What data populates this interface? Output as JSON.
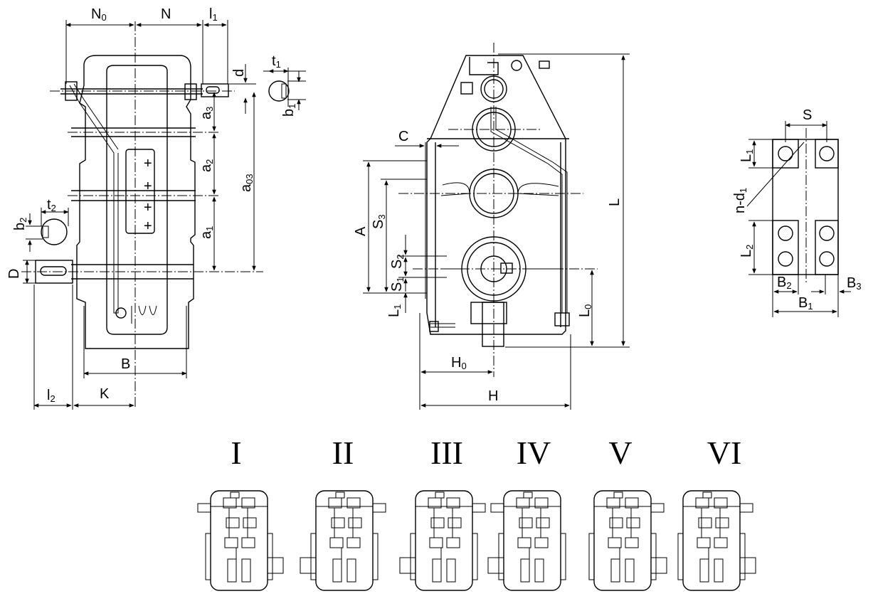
{
  "front_view": {
    "dims": {
      "N0": {
        "base": "N",
        "sub": "0"
      },
      "N": {
        "base": "N",
        "sub": ""
      },
      "l1": {
        "base": "l",
        "sub": "1"
      },
      "d": {
        "base": "d",
        "sub": ""
      },
      "t1": {
        "base": "t",
        "sub": "1"
      },
      "b1": {
        "base": "b",
        "sub": "1"
      },
      "a3": {
        "base": "a",
        "sub": "3"
      },
      "a2": {
        "base": "a",
        "sub": "2"
      },
      "a03": {
        "base": "a",
        "sub": "03"
      },
      "a1": {
        "base": "a",
        "sub": "1"
      },
      "t2": {
        "base": "t",
        "sub": "2"
      },
      "b2": {
        "base": "b",
        "sub": "2"
      },
      "D": {
        "base": "D",
        "sub": ""
      },
      "B": {
        "base": "B",
        "sub": ""
      },
      "l2": {
        "base": "l",
        "sub": "2"
      },
      "K": {
        "base": "K",
        "sub": ""
      }
    },
    "plus_marks": [
      "+",
      "+",
      "+",
      "+"
    ]
  },
  "side_view": {
    "dims": {
      "C": {
        "base": "C",
        "sub": ""
      },
      "A": {
        "base": "A",
        "sub": ""
      },
      "S3": {
        "base": "S",
        "sub": "3"
      },
      "S2": {
        "base": "S",
        "sub": "2"
      },
      "S1": {
        "base": "S",
        "sub": "1"
      },
      "L1": {
        "base": "L",
        "sub": "1"
      },
      "L": {
        "base": "L",
        "sub": ""
      },
      "L0": {
        "base": "L",
        "sub": "0"
      },
      "H0": {
        "base": "H",
        "sub": "0"
      },
      "H": {
        "base": "H",
        "sub": ""
      }
    }
  },
  "foot_view": {
    "dims": {
      "S": {
        "base": "S",
        "sub": ""
      },
      "L1": {
        "base": "L",
        "sub": "1"
      },
      "nd1": {
        "base": "n-d",
        "sub": "1"
      },
      "L2": {
        "base": "L",
        "sub": "2"
      },
      "B2": {
        "base": "B",
        "sub": "2"
      },
      "B3": {
        "base": "B",
        "sub": "3"
      },
      "B1": {
        "base": "B",
        "sub": "1"
      }
    }
  },
  "assembly_types": [
    "I",
    "II",
    "III",
    "IV",
    "V",
    "VI"
  ]
}
